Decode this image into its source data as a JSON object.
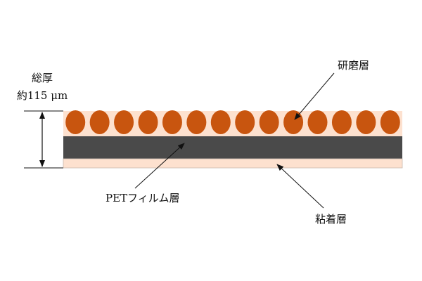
{
  "thickness_label": {
    "line1": "総厚",
    "line2": "約115 μm"
  },
  "layers": [
    {
      "name": "研磨層"
    },
    {
      "name": "PETフィルム層"
    },
    {
      "name": "粘着層"
    }
  ],
  "abrasive": {
    "grain_count": 14
  },
  "colors": {
    "grain": "#c8550f",
    "grain_layer_bg": "#fde1cf",
    "pet": "#4a4a4a",
    "adhesive": "#fde1cf",
    "adhesive_border": "#c9b9ae",
    "line": "#111111"
  }
}
